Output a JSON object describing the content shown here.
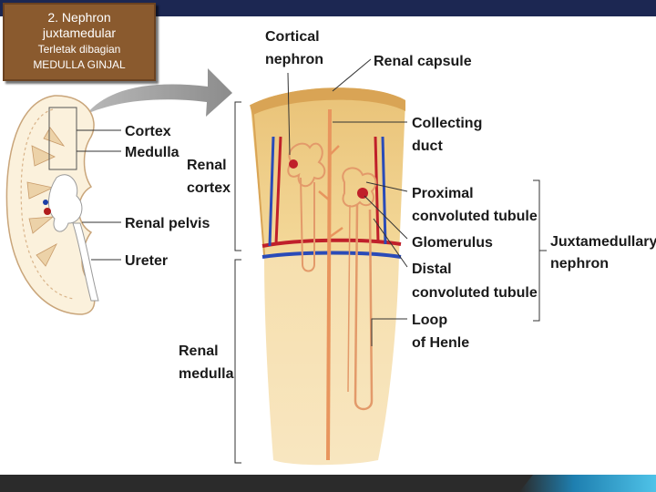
{
  "slide": {
    "title_line1": "2. Nephron",
    "title_line2": "juxtamedular",
    "subtitle_line1": "Terletak dibagian",
    "subtitle_line2": "MEDULLA GINJAL"
  },
  "diagram": {
    "labels": {
      "cortex": "Cortex",
      "medulla": "Medulla",
      "renal_pelvis": "Renal pelvis",
      "ureter": "Ureter",
      "renal_cortex_1": "Renal",
      "renal_cortex_2": "cortex",
      "renal_medulla_1": "Renal",
      "renal_medulla_2": "medulla",
      "cortical_nephron_1": "Cortical",
      "cortical_nephron_2": "nephron",
      "renal_capsule": "Renal capsule",
      "collecting_duct_1": "Collecting",
      "collecting_duct_2": "duct",
      "proximal_1": "Proximal",
      "proximal_2": "convoluted tubule",
      "glomerulus": "Glomerulus",
      "distal_1": "Distal",
      "distal_2": "convoluted tubule",
      "loop_1": "Loop",
      "loop_2": "of Henle",
      "juxta_1": "Juxtamedullary",
      "juxta_2": "nephron"
    }
  }
}
